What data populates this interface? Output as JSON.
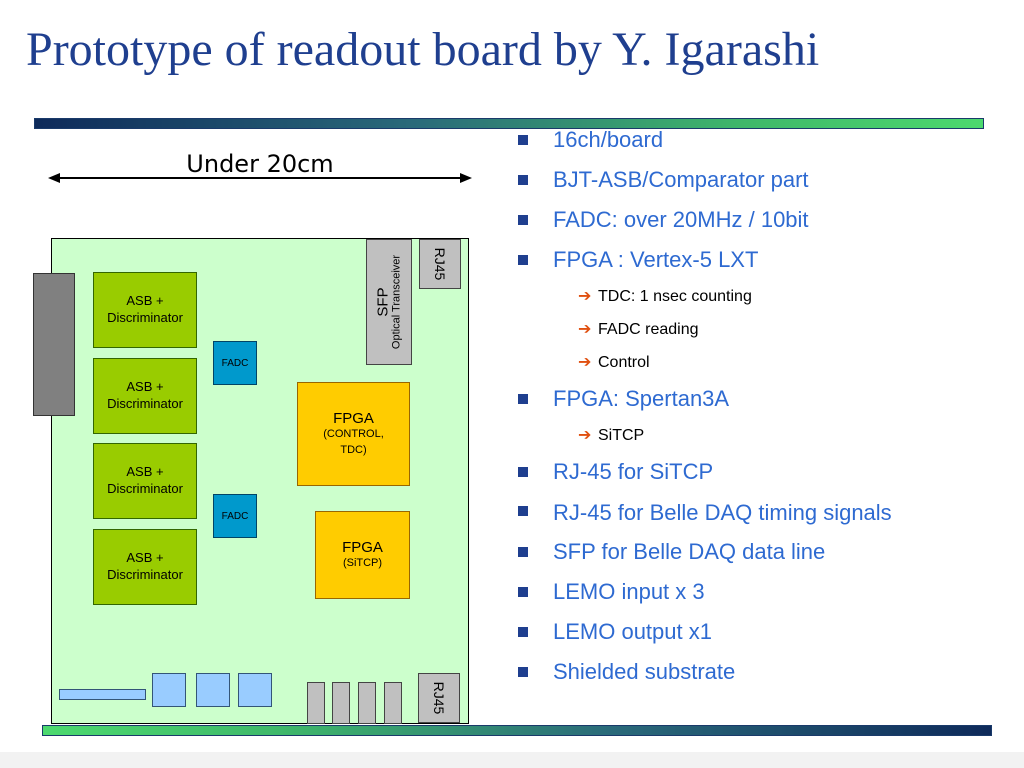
{
  "slide": {
    "title": "Prototype of readout board by Y. Igarashi"
  },
  "diagram": {
    "width_label": "Under 20cm",
    "asb_blocks": [
      {
        "line1": "ASB +",
        "line2": "Discriminator"
      },
      {
        "line1": "ASB +",
        "line2": "Discriminator"
      },
      {
        "line1": "ASB +",
        "line2": "Discriminator"
      },
      {
        "line1": "ASB +",
        "line2": "Discriminator"
      }
    ],
    "fadc_labels": [
      "FADC",
      "FADC"
    ],
    "fpga_control": {
      "title": "FPGA",
      "line1": "(CONTROL,",
      "line2": "TDC)"
    },
    "fpga_sitcp": {
      "title": "FPGA",
      "line1": "(SiTCP)"
    },
    "sfp": {
      "label": "SFP",
      "sublabel": "Optical Transceiver"
    },
    "rj45_labels": [
      "RJ45",
      "RJ45"
    ]
  },
  "bullets": [
    {
      "level": 1,
      "text": "16ch/board"
    },
    {
      "level": 1,
      "text": "BJT-ASB/Comparator part"
    },
    {
      "level": 1,
      "text": "FADC: over 20MHz / 10bit"
    },
    {
      "level": 1,
      "text": "FPGA : Vertex-5 LXT"
    },
    {
      "level": 2,
      "text": "TDC: 1 nsec counting"
    },
    {
      "level": 2,
      "text": "FADC reading"
    },
    {
      "level": 2,
      "text": "Control"
    },
    {
      "level": 1,
      "text": "FPGA: Spertan3A"
    },
    {
      "level": 2,
      "text": "SiTCP"
    },
    {
      "level": 1,
      "text": "RJ-45 for SiTCP"
    },
    {
      "level": 1,
      "text": "RJ-45 for Belle DAQ timing signals"
    },
    {
      "level": 1,
      "text": "SFP for Belle DAQ data line"
    },
    {
      "level": 1,
      "text": "LEMO input x 3"
    },
    {
      "level": 1,
      "text": "LEMO output x1"
    },
    {
      "level": 1,
      "text": "Shielded substrate"
    }
  ],
  "colors": {
    "title": "#1f3f8f",
    "bullet_text": "#2e6ad1",
    "board": "#ccffcc",
    "asb": "#99cc00",
    "fadc": "#0099cc",
    "fpga": "#ffcc00",
    "connector_gray": "#c0c0c0",
    "lemo_blue": "#99ccff",
    "sub_arrow": "#e05010"
  }
}
